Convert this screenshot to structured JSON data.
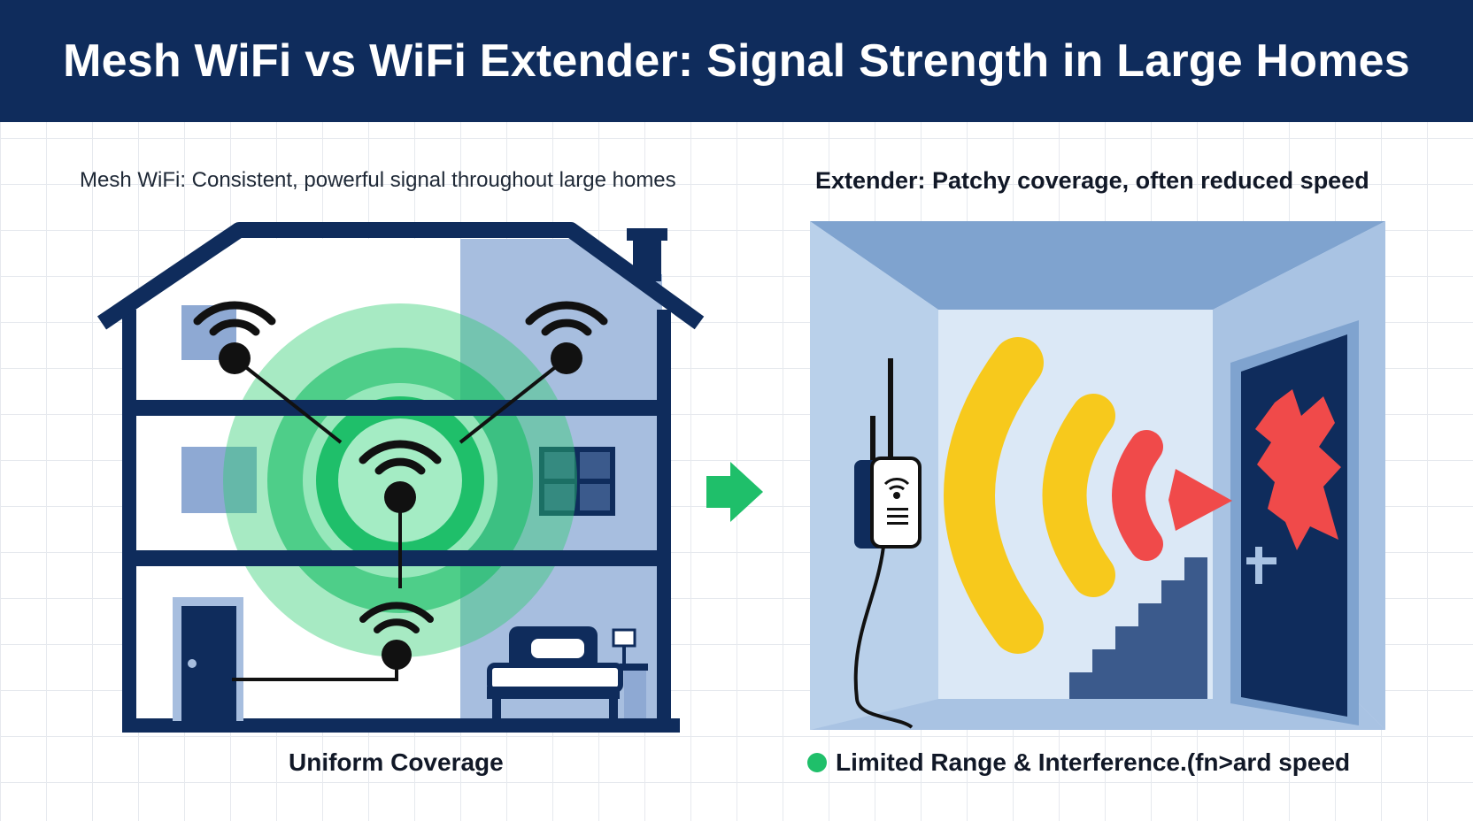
{
  "title": "Mesh WiFi vs WiFi Extender: Signal Strength in Large Homes",
  "left_panel": {
    "caption": "Mesh WiFi: Consistent, powerful signal throughout large homes",
    "footer": "Uniform Coverage"
  },
  "right_panel": {
    "caption": "Extender: Patchy coverage, often reduced speed",
    "footer": "Limited Range & Interference.(fn>ard speed"
  },
  "icons": [
    "wifi-icon",
    "arrow-right-icon",
    "door-icon",
    "bed-icon",
    "stairs-icon",
    "wall-plug-extender-icon"
  ],
  "colors": {
    "header_bg": "#0f2c5c",
    "mesh_green": "#1fbf6a",
    "signal_yellow": "#f7c91c",
    "signal_red": "#f04a4a",
    "house_navy": "#0f2c5c"
  }
}
